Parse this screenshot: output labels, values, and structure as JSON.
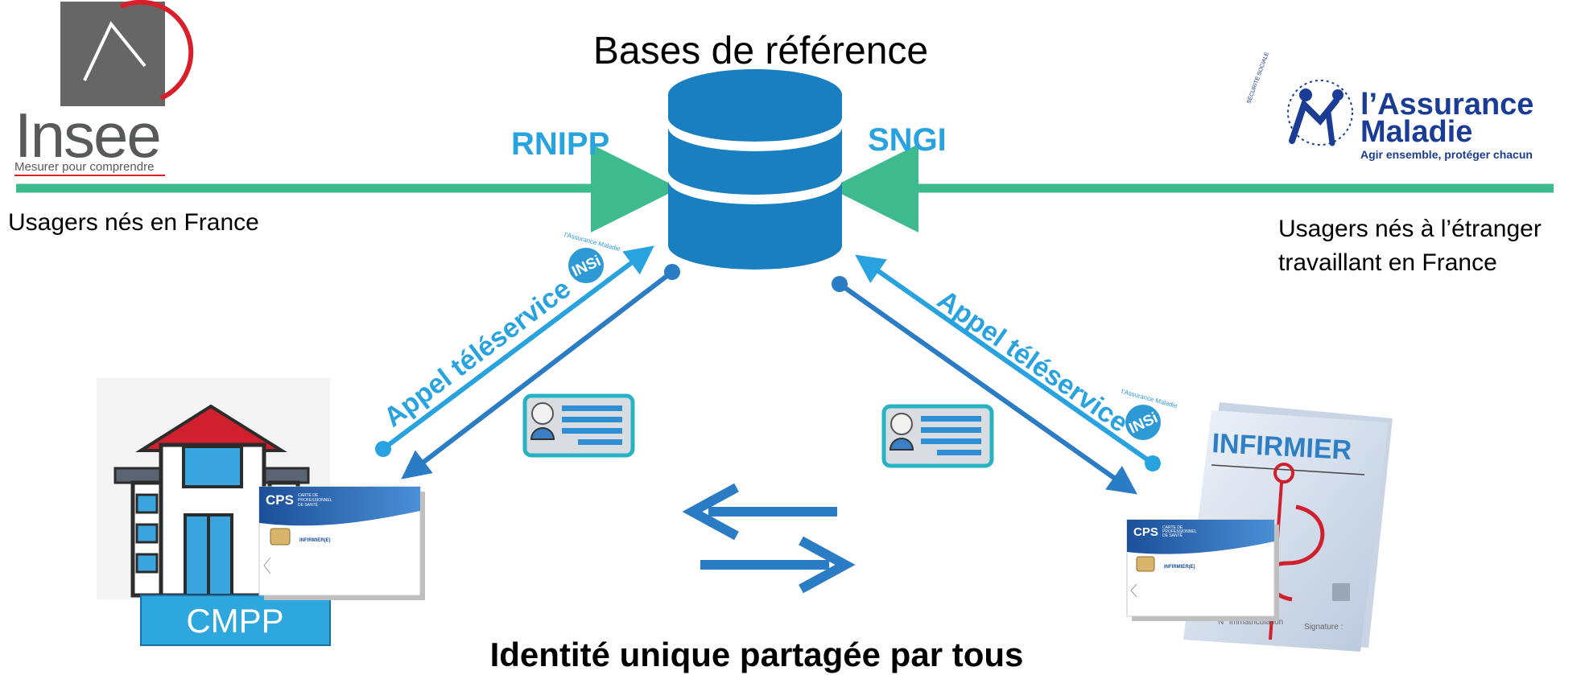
{
  "title": "Bases de référence",
  "left_source": {
    "label": "RNIPP",
    "caption": "Usagers nés en France",
    "logo": {
      "name": "Insee",
      "tagline": "Mesurer pour comprendre"
    }
  },
  "right_source": {
    "label": "SNGI",
    "caption_line1": "Usagers nés à l’étranger",
    "caption_line2": "travaillant en France",
    "logo": {
      "name_line1": "l’Assurance",
      "name_line2": "Maladie",
      "tagline": "Agir ensemble, protéger chacun",
      "arc_text": "SÉCURITÉ SOCIALE"
    }
  },
  "teleservice": {
    "label": "Appel téléservice",
    "badge": "INSi",
    "badge_arc": "l’Assurance Maladie"
  },
  "left_actor": {
    "label": "CMPP",
    "card": {
      "brand": "CPS",
      "title_lines": [
        "CARTE DE",
        "PROFESSIONNEL",
        "DE SANTÉ"
      ],
      "role": "INFIRMIER(E)"
    }
  },
  "right_actor": {
    "doc_title": "INFIRMIER",
    "field_left": "N° immatriculation",
    "field_right": "Signature :",
    "card": {
      "brand": "CPS",
      "title_lines": [
        "CARTE DE",
        "PROFESSIONNEL",
        "DE SANTÉ"
      ],
      "role": "INFIRMIER(E)"
    }
  },
  "bottom_caption": "Identité unique partagée par tous",
  "colors": {
    "green": "#3dbb8f",
    "arrow_light": "#29a3e0",
    "arrow_dark": "#2a7cc4",
    "db": "#1a7fc1",
    "cmpp": "#2ea7df",
    "insee_red": "#d81f2a",
    "assurance": "#1b3c94"
  }
}
